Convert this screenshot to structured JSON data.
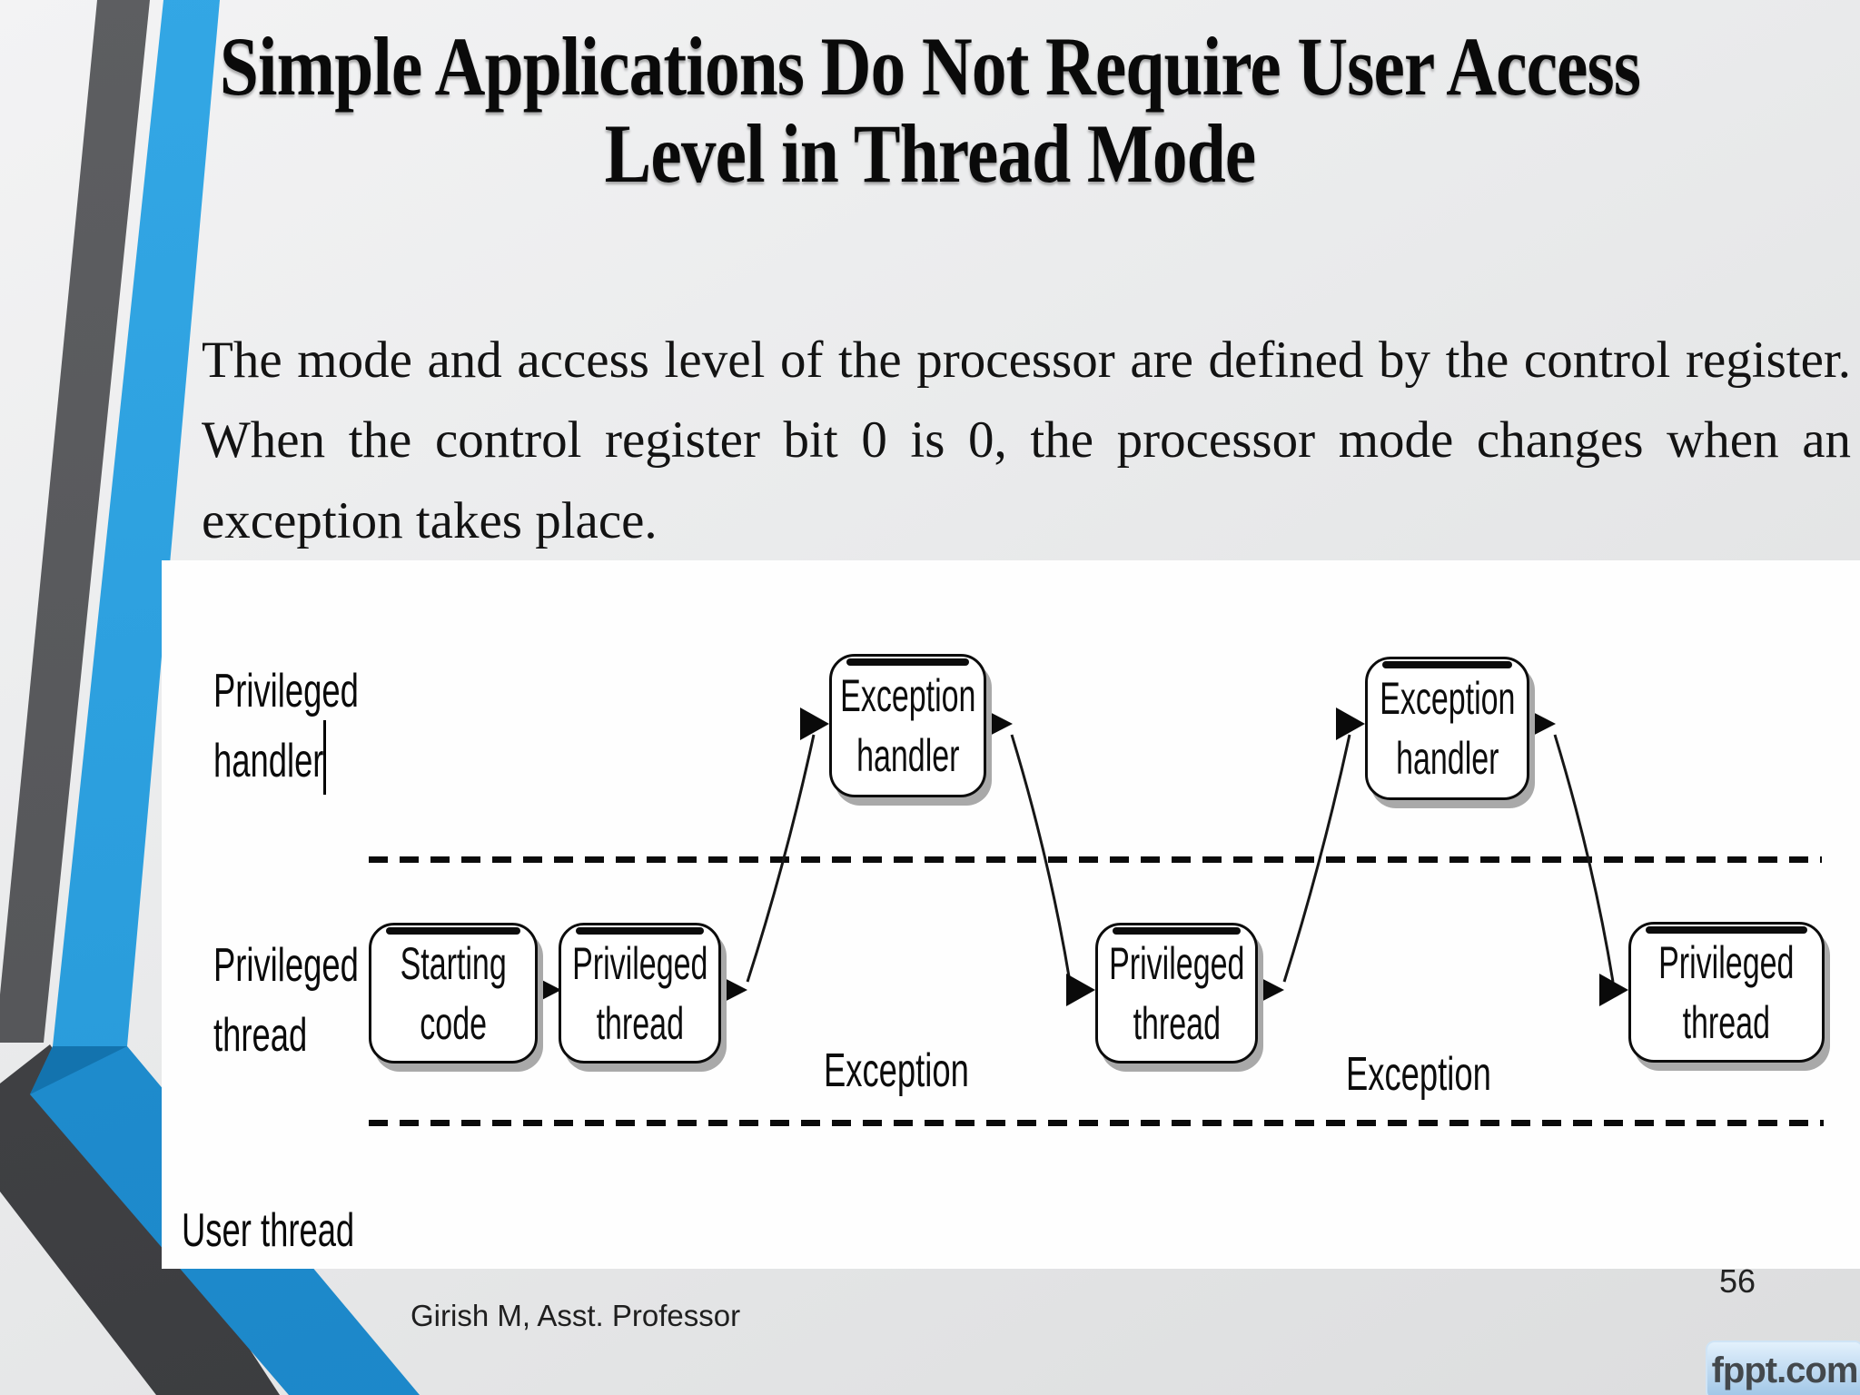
{
  "slide": {
    "title_line1": "Simple Applications Do Not Require User Access",
    "title_line2": "Level in Thread Mode",
    "body_paragraph": "The mode and access level of the processor are defined by the control register. When the control register bit 0 is 0, the processor mode changes when an exception takes place."
  },
  "diagram": {
    "levels": {
      "privileged_handler": "Privileged\nhandler",
      "privileged_thread": "Privileged\nthread",
      "user_thread": "User thread"
    },
    "boxes": {
      "starting_code": "Starting\ncode",
      "privileged_thread_1": "Privileged\nthread",
      "exception_handler_1": "Exception\nhandler",
      "privileged_thread_2": "Privileged\nthread",
      "exception_handler_2": "Exception\nhandler",
      "privileged_thread_3": "Privileged\nthread"
    },
    "transition_labels": {
      "exception_1": "Exception",
      "exception_2": "Exception"
    }
  },
  "footer": {
    "author": "Girish M, Asst. Professor",
    "page_number": "56",
    "logo": "fppt.com"
  },
  "colors": {
    "accent_blue": "#2fa3e2",
    "accent_blue_dark": "#1b84c6",
    "ribbon_gray": "#58595c",
    "ribbon_gray_dark": "#3e4043",
    "panel_white": "#fefefe",
    "text_black": "#0d0d0d"
  }
}
